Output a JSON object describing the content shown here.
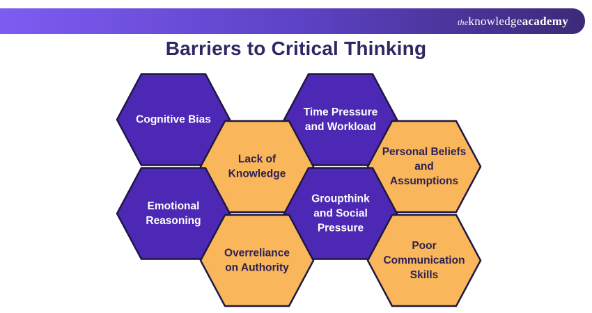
{
  "header": {
    "logo": {
      "the": "the",
      "knowledge": "knowledge",
      "academy": "academy"
    }
  },
  "title": "Barriers to Critical Thinking",
  "colors": {
    "purple": "#4c28b4",
    "orange": "#f9b65a",
    "border": "#1e1745",
    "title_text": "#2d2862",
    "text_on_purple": "#ffffff",
    "text_on_orange": "#2d2153",
    "header_gradient_left": "#7e5cf2",
    "header_gradient_right": "#3c2a78"
  },
  "hexagons": [
    {
      "name": "cognitive-bias",
      "label": "Cognitive Bias",
      "lines": [
        "Cognitive Bias"
      ],
      "color": "purple"
    },
    {
      "name": "time-pressure-and-workload",
      "label": "Time Pressure and Workload",
      "lines": [
        "Time Pressure",
        "and Workload"
      ],
      "color": "purple"
    },
    {
      "name": "lack-of-knowledge",
      "label": "Lack of Knowledge",
      "lines": [
        "Lack of",
        "Knowledge"
      ],
      "color": "orange"
    },
    {
      "name": "personal-beliefs-and-assumptions",
      "label": "Personal Beliefs and Assumptions",
      "lines": [
        "Personal Beliefs",
        "and",
        "Assumptions"
      ],
      "color": "orange"
    },
    {
      "name": "emotional-reasoning",
      "label": "Emotional Reasoning",
      "lines": [
        "Emotional",
        "Reasoning"
      ],
      "color": "purple"
    },
    {
      "name": "groupthink-and-social-pressure",
      "label": "Groupthink and Social Pressure",
      "lines": [
        "Groupthink",
        "and Social",
        "Pressure"
      ],
      "color": "purple"
    },
    {
      "name": "overreliance-on-authority",
      "label": "Overreliance on Authority",
      "lines": [
        "Overreliance",
        "on Authority"
      ],
      "color": "orange"
    },
    {
      "name": "poor-communication-skills",
      "label": "Poor Communication Skills",
      "lines": [
        "Poor",
        "Communication",
        "Skills"
      ],
      "color": "orange"
    }
  ]
}
